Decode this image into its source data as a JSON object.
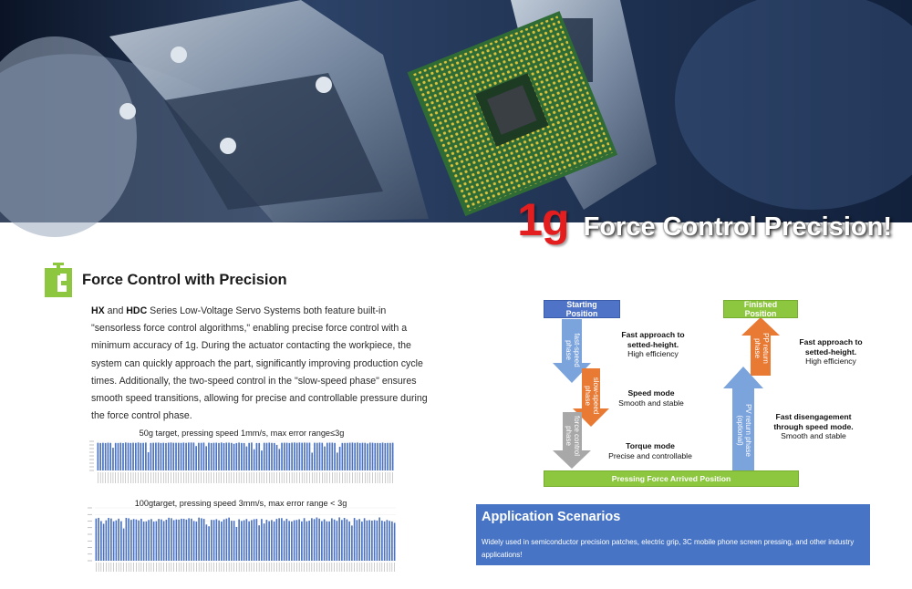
{
  "banner": {
    "number": "1g",
    "headline": "Force Control Precision!"
  },
  "section": {
    "title": "Force Control with Precision",
    "icon": "clamp-icon",
    "accent_color": "#8dc63f"
  },
  "description": {
    "product_1": "HX",
    "joiner": " and ",
    "product_2": "HDC",
    "body": " Series Low-Voltage Servo Systems both feature built-in \"sensorless force control algorithms,\" enabling precise force control with a minimum accuracy of 1g. During the actuator contacting the workpiece, the system can quickly approach the part, significantly improving production cycle times. Additionally, the two-speed control in the \"slow-speed phase\" ensures smooth speed transitions, allowing for precise and controllable pressure during the force control phase."
  },
  "chart_data": [
    {
      "type": "bar",
      "title": "50g target, pressing speed 1mm/s, max error range≤3g",
      "bar_color": "#4a72c0",
      "bar_count": 118
    },
    {
      "type": "bar",
      "title": "100gtarget, pressing speed 3mm/s, max error range < 3g",
      "bar_color": "#4a72c0",
      "bar_count": 120
    }
  ],
  "process": {
    "start_box": "Starting\nPosition",
    "finish_box": "Finished\nPosition",
    "bottom_bar": "Pressing Force Arrived Position",
    "steps_down": [
      {
        "arrow": "fast-speed\nphase",
        "title": "Fast approach to\nsetted-height.",
        "sub": "High efficiency"
      },
      {
        "arrow": "slow-speed\nphase",
        "title": "Speed mode",
        "sub": "Smooth and stable"
      },
      {
        "arrow": "force control\nphase",
        "title": "Torque mode",
        "sub": "Precise and controllable"
      }
    ],
    "steps_up": [
      {
        "arrow": "PP return\nphase",
        "title": "Fast approach to\nsetted-height.",
        "sub": "High efficiency"
      },
      {
        "arrow": "PV return phase\n(optional)",
        "title": "Fast disengagement\nthrough speed mode.",
        "sub": "Smooth and stable"
      }
    ],
    "colors": {
      "fast": "#7ba3dc",
      "slow": "#e87a34",
      "force": "#a8a8a8",
      "pv": "#7ba3dc",
      "pp": "#e87a34"
    }
  },
  "application": {
    "title": "Application Scenarios",
    "text": "Widely used in semiconductor precision patches, electric grip, 3C mobile phone screen pressing, and other industry applications!",
    "bg_color": "#4774c4"
  }
}
